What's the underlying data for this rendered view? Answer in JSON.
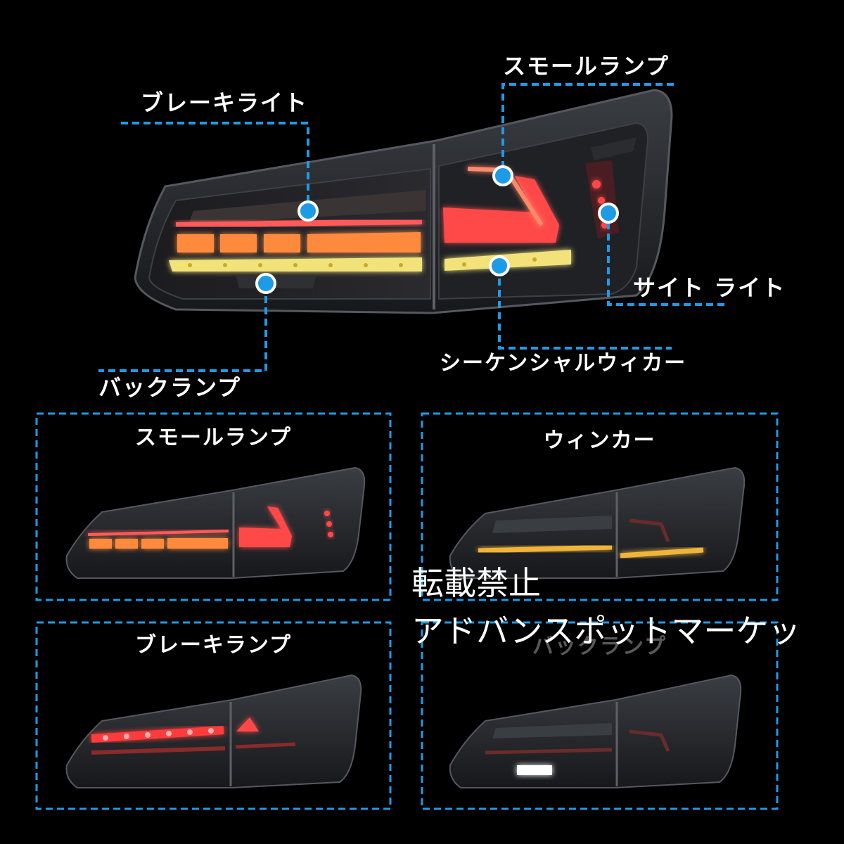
{
  "callouts": {
    "brake_light": "ブレーキライト",
    "small_lamp": "スモールランプ",
    "side_light": "サイト ライト",
    "back_lamp": "バックランプ",
    "sequential_winker": "シーケンシャルウィカー"
  },
  "panels": [
    {
      "title": "スモールランプ"
    },
    {
      "title": "ウィンカー"
    },
    {
      "title": "ブレーキランプ"
    },
    {
      "title": "バックランプ"
    }
  ],
  "watermark": {
    "line1": "転載禁止",
    "line2": "アドバンスポットマーケッ"
  },
  "colors": {
    "background": "#000000",
    "accent_blue": "#1e9be6",
    "brake_red": "#ff4a4a",
    "amber": "#ff8a3d",
    "sequential_yellow": "#f2e27a"
  },
  "icons": {
    "callout_marker": "target-dot-icon"
  }
}
